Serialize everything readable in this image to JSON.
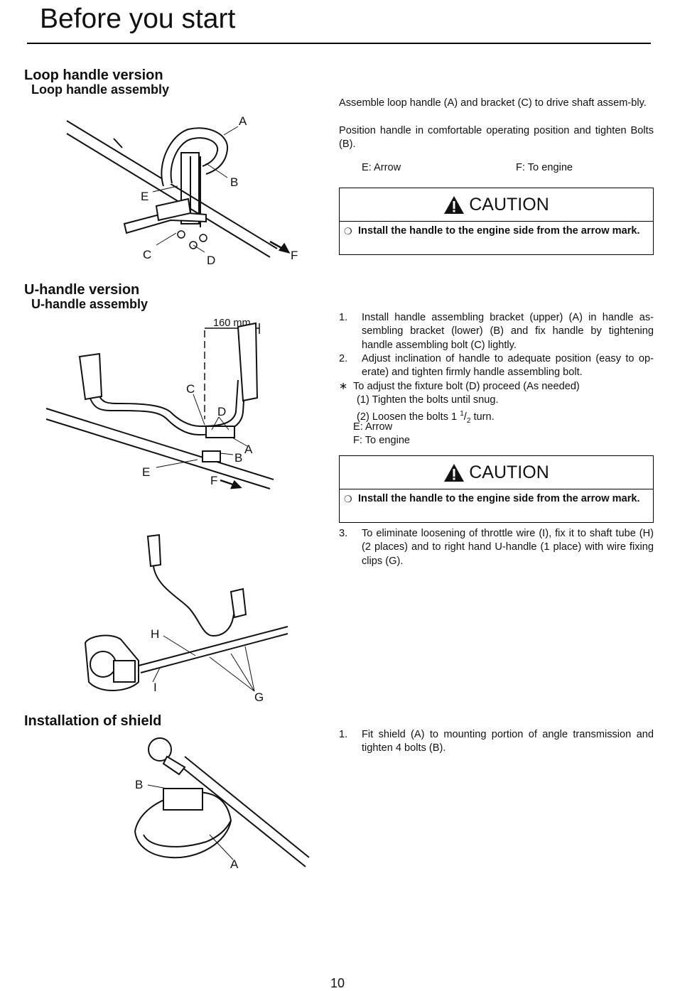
{
  "page": {
    "title": "Before you start",
    "page_number": "10"
  },
  "loop": {
    "heading": "Loop handle version",
    "subheading": "Loop handle assembly",
    "para1": "Assemble loop handle (A) and bracket (C) to drive shaft assem-bly.",
    "para2": "Position handle in comfortable operating position and tighten Bolts (B).",
    "legend_e": "E: Arrow",
    "legend_f": "F: To engine",
    "caution_title": "CAUTION",
    "caution_text": "Install the handle to the engine side from the arrow mark.",
    "fig_labels": {
      "a": "A",
      "b": "B",
      "c": "C",
      "d": "D",
      "e": "E",
      "f": "F"
    }
  },
  "uhandle": {
    "heading": "U-handle version",
    "subheading": "U-handle assembly",
    "step1_num": "1.",
    "step1": "Install handle assembling bracket (upper) (A) in handle as-sembling bracket (lower) (B) and fix handle by tightening handle assembling bolt (C) lightly.",
    "step2_num": "2.",
    "step2": "Adjust inclination of handle to adequate position (easy to op-erate) and tighten firmly handle assembling bolt.",
    "note_mark": "∗",
    "note": "To adjust the fixture bolt (D) proceed (As needed)",
    "sub1": "(1) Tighten the bolts until snug.",
    "sub2_pre": "(2) Loosen the bolts 1 ",
    "sub2_num": "1",
    "sub2_slash": "/",
    "sub2_den": "2",
    "sub2_post": " turn.",
    "legend_e": "E: Arrow",
    "legend_f": "F: To engine",
    "caution_title": "CAUTION",
    "caution_text": "Install the handle to the engine side from the arrow mark.",
    "step3_num": "3.",
    "step3": "To eliminate loosening of throttle wire (I), fix it to shaft tube (H) (2 places) and to right hand U-handle (1 place) with wire fixing clips (G).",
    "dimension": "160 mm",
    "fig_labels": {
      "a": "A",
      "b": "B",
      "c": "C",
      "d": "D",
      "e": "E",
      "f": "F",
      "g": "G",
      "h": "H",
      "i": "I"
    }
  },
  "shield": {
    "heading": "Installation of shield",
    "step1_num": "1.",
    "step1": "Fit shield (A) to mounting portion of angle transmission and tighten 4 bolts (B).",
    "fig_labels": {
      "a": "A",
      "b": "B"
    }
  }
}
